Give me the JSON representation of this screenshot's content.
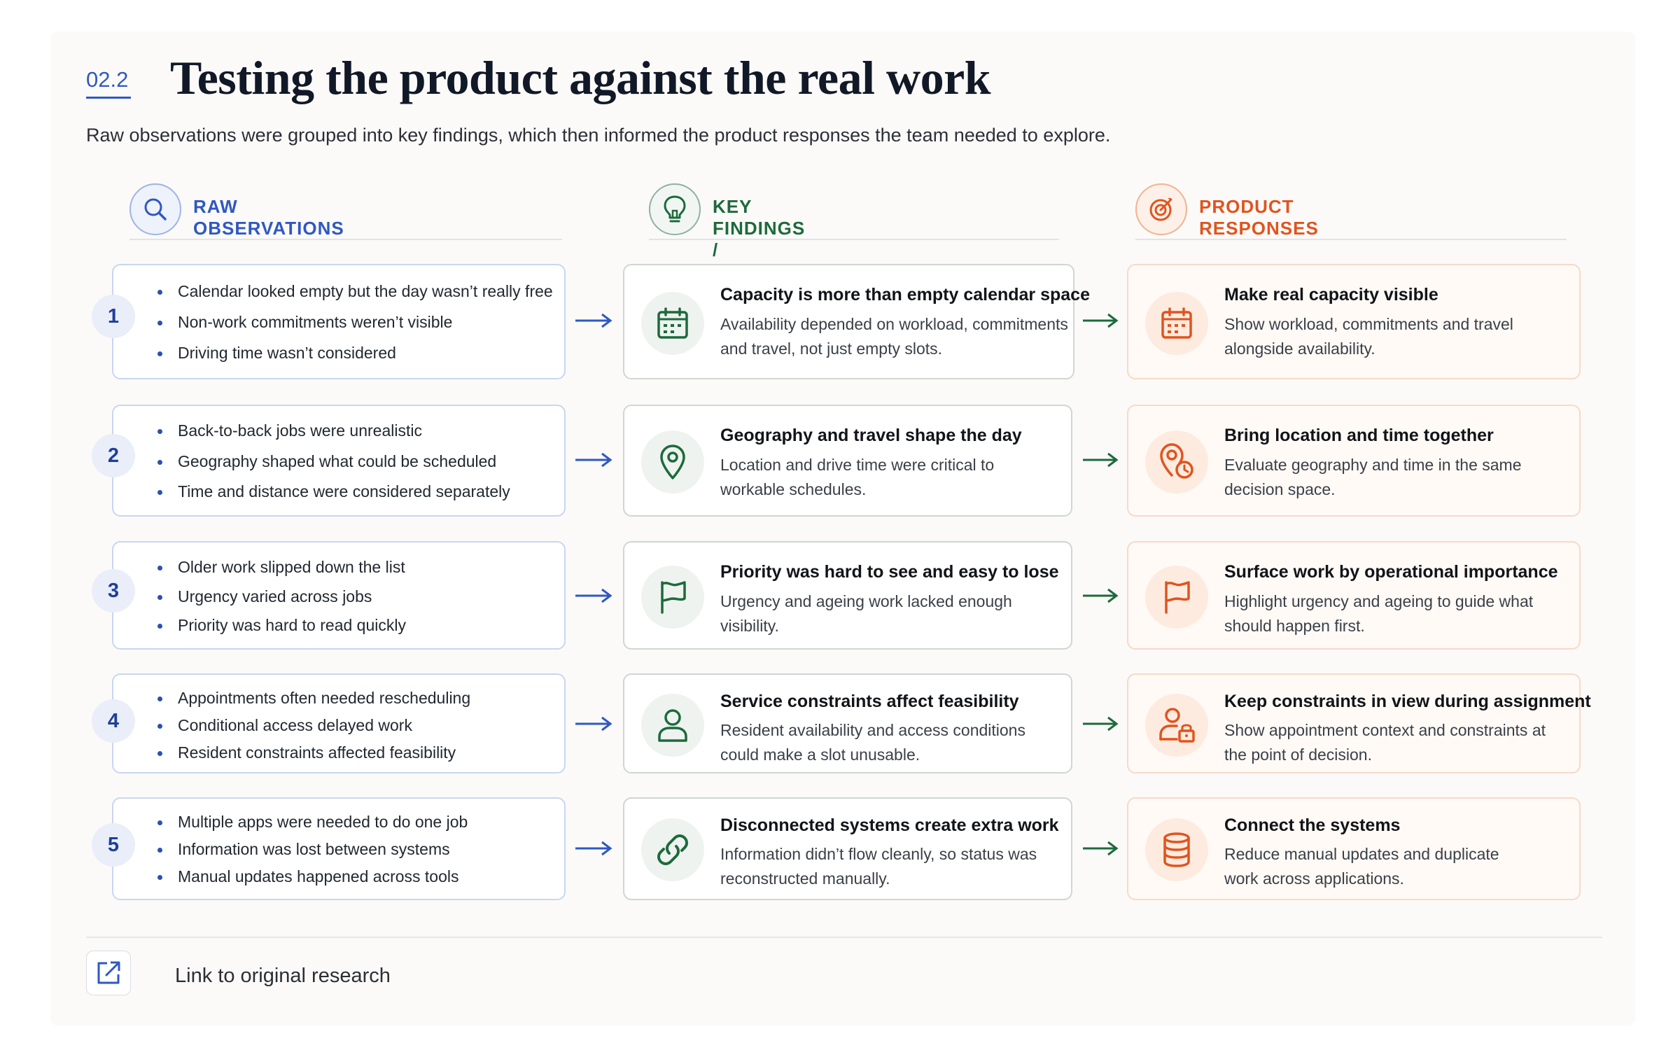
{
  "header": {
    "section_number": "02.2",
    "title": "Testing the product against the real work",
    "subtitle": "Raw observations were grouped into key findings, which then informed the product responses the team needed to explore."
  },
  "columns": {
    "observations": {
      "label": "RAW OBSERVATIONS",
      "icon": "search-icon",
      "color": "#2f58c4"
    },
    "findings": {
      "label": "KEY FINDINGS / INSIGHTS",
      "icon": "lightbulb-icon",
      "color": "#1d6a3c"
    },
    "responses": {
      "label": "PRODUCT RESPONSES",
      "icon": "target-icon",
      "color": "#e0541e"
    }
  },
  "rows": [
    {
      "number": "1",
      "observations": [
        "Calendar looked empty but the day wasn’t really free",
        "Non-work commitments weren’t visible",
        "Driving time wasn’t considered"
      ],
      "finding": {
        "icon": "calendar-icon",
        "title": "Capacity is more than empty calendar space",
        "desc": "Availability depended on workload, commitments and travel, not just empty slots."
      },
      "response": {
        "icon": "calendar-icon",
        "title": "Make real capacity visible",
        "desc": "Show workload, commitments and travel alongside availability."
      }
    },
    {
      "number": "2",
      "observations": [
        "Back-to-back jobs were unrealistic",
        "Geography shaped what could be scheduled",
        "Time and distance were considered separately"
      ],
      "finding": {
        "icon": "map-pin-icon",
        "title": "Geography and travel shape the day",
        "desc": "Location and drive time were critical to workable schedules."
      },
      "response": {
        "icon": "map-pin-clock-icon",
        "title": "Bring location and time together",
        "desc": "Evaluate geography and time in the same decision space."
      }
    },
    {
      "number": "3",
      "observations": [
        "Older work slipped down the list",
        "Urgency varied across jobs",
        "Priority was hard to read quickly"
      ],
      "finding": {
        "icon": "flag-icon",
        "title": "Priority was hard to see and easy to lose",
        "desc": "Urgency and ageing work lacked enough visibility."
      },
      "response": {
        "icon": "flag-icon",
        "title": "Surface work by operational importance",
        "desc": "Highlight urgency and ageing to guide what should happen first."
      }
    },
    {
      "number": "4",
      "observations": [
        "Appointments often needed rescheduling",
        "Conditional access delayed work",
        "Resident constraints affected feasibility"
      ],
      "finding": {
        "icon": "user-icon",
        "title": "Service constraints affect feasibility",
        "desc": "Resident availability and access conditions could make a slot unusable."
      },
      "response": {
        "icon": "user-lock-icon",
        "title": "Keep constraints in view during assignment",
        "desc": "Show appointment context and constraints at the point of decision."
      }
    },
    {
      "number": "5",
      "observations": [
        "Multiple apps were needed to do one job",
        "Information was lost between systems",
        "Manual updates happened across tools"
      ],
      "finding": {
        "icon": "link-icon",
        "title": "Disconnected systems create extra work",
        "desc": "Information didn’t flow cleanly, so status was reconstructed manually."
      },
      "response": {
        "icon": "database-icon",
        "title": "Connect the systems",
        "desc": "Reduce manual updates and duplicate work across applications."
      }
    }
  ],
  "footer": {
    "link_label": "Link to original research",
    "link_icon": "external-link-icon"
  }
}
